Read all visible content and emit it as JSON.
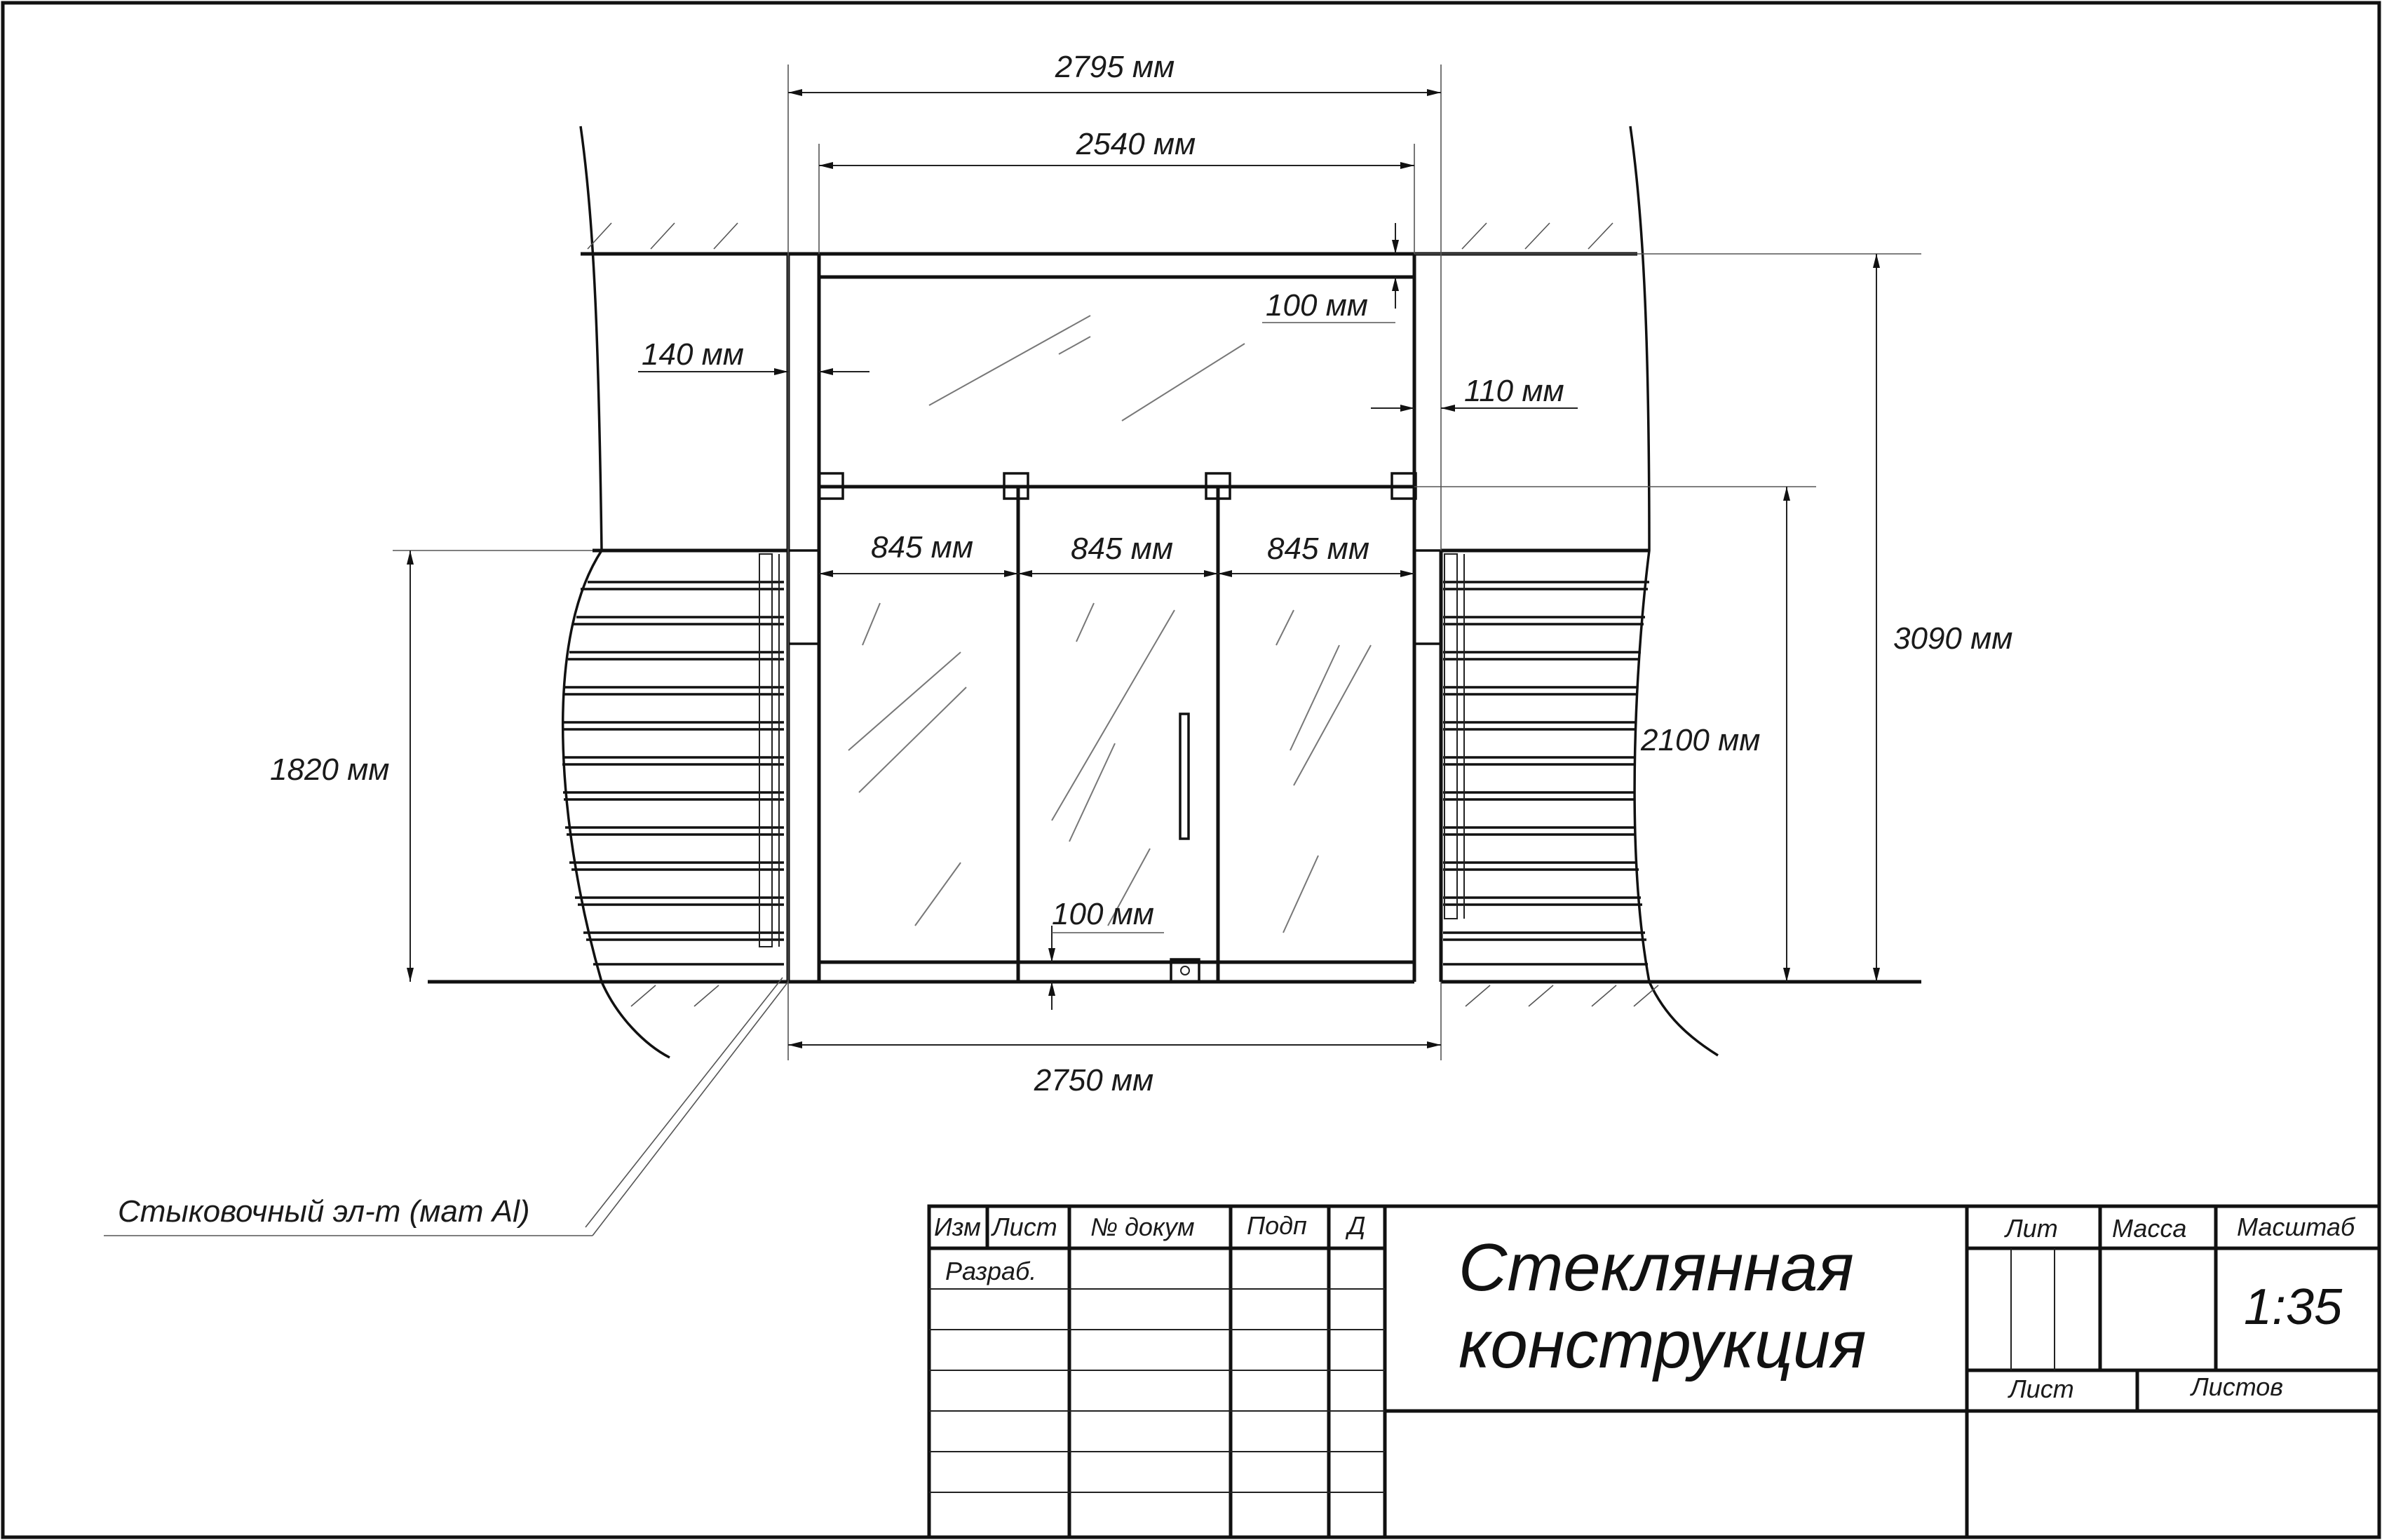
{
  "dimensions": {
    "overall_width_top": "2795 мм",
    "frame_width_top": "2540 мм",
    "transom_gap": "100 мм",
    "left_offset": "140 мм",
    "right_offset": "110 мм",
    "panel_left": "845 мм",
    "panel_door": "845 мм",
    "panel_right": "845 мм",
    "left_wall_height": "1820 мм",
    "door_height": "2100 мм",
    "total_height": "3090 мм",
    "door_bottom_gap": "100 мм",
    "overall_width_bottom": "2750 мм"
  },
  "callout": {
    "joint_element": "Стыковочный эл-т (мат Al)"
  },
  "title_block": {
    "headers": {
      "izm": "Изм",
      "list": "Лист",
      "doc_no": "№ докум",
      "signature": "Подп",
      "date": "Д"
    },
    "developed_by": "Разраб.",
    "title_line1": "Стеклянная",
    "title_line2": "конструкция",
    "lit": "Лит",
    "mass": "Масса",
    "scale_label": "Масштаб",
    "scale_value": "1:35",
    "sheet": "Лист",
    "sheets": "Листов"
  },
  "colors": {
    "line": "#111111",
    "paper": "#ffffff"
  }
}
